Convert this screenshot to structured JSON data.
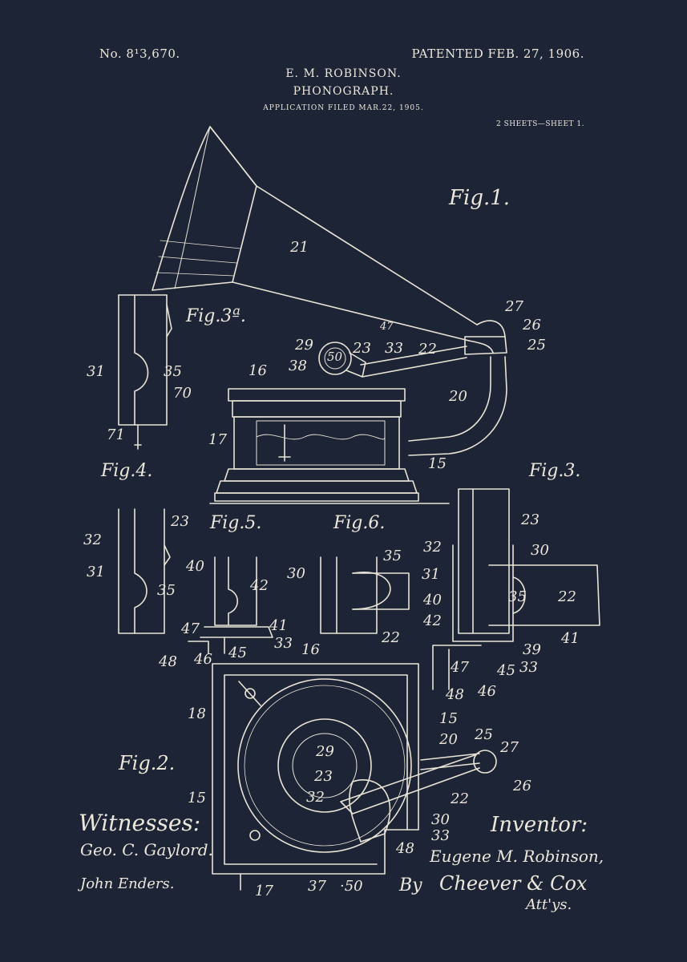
{
  "header": {
    "patent_number": "No. 8¹3,670.",
    "patent_date": "PATENTED FEB. 27, 1906.",
    "inventor": "E. M. ROBINSON.",
    "title": "PHONOGRAPH.",
    "application": "APPLICATION FILED MAR.22, 1905.",
    "sheets": "2 SHEETS—SHEET 1."
  },
  "figures": {
    "fig1": "Fig.1.",
    "fig2": "Fig.2.",
    "fig3": "Fig.3.",
    "fig3a": "Fig.3ª.",
    "fig4": "Fig.4.",
    "fig5": "Fig.5.",
    "fig6": "Fig.6."
  },
  "reference_numerals": {
    "n21": "21",
    "n27a": "27",
    "n26a": "26",
    "n25a": "25",
    "n29a": "29",
    "n47a": "47",
    "n23a": "23",
    "n33a": "33",
    "n22a": "22",
    "n50a": "50",
    "n38": "38",
    "n16a": "16",
    "n20a": "20",
    "n17a": "17",
    "n15a": "15",
    "n31a": "31",
    "n35a": "35",
    "n70": "70",
    "n71": "71",
    "n23b": "23",
    "n32a": "32",
    "n31b": "31",
    "n35b": "35",
    "n40a": "40",
    "n42": "42",
    "n47b": "47",
    "n41a": "41",
    "n48a": "48",
    "n46a": "46",
    "n45a": "45",
    "n33b": "33",
    "n30a": "30",
    "n35c": "35",
    "n22b": "22",
    "n23c": "23",
    "n32b": "32",
    "n30b": "30",
    "n31c": "31",
    "n40b": "40",
    "n35d": "35",
    "n22c": "22",
    "n42b": "42",
    "n39": "39",
    "n41b": "41",
    "n47c": "47",
    "n45b": "45",
    "n33c": "33",
    "n48b": "48",
    "n46b": "46",
    "n16b": "16",
    "n18": "18",
    "n15b": "15",
    "n20b": "20",
    "n25b": "25",
    "n27b": "27",
    "n29b": "29",
    "n26b": "26",
    "n23d": "23",
    "n32c": "32",
    "n22d": "22",
    "n30c": "30",
    "n33d": "33",
    "n48c": "48",
    "n15c": "15",
    "n37": "37",
    "n50b": "·50",
    "n17b": "17"
  },
  "signatures": {
    "witnesses_label": "Witnesses:",
    "witness_1": "Geo. C. Gaylord.",
    "witness_2": "John Enders.",
    "inventor_label": "Inventor:",
    "inventor_signature": "Eugene M. Robinson,",
    "by_label": "By",
    "attorney_signature": "Cheever & Cox",
    "atty_label": "Att'ys."
  },
  "colors": {
    "background": "#1d2436",
    "ink": "#e9e4d6"
  }
}
